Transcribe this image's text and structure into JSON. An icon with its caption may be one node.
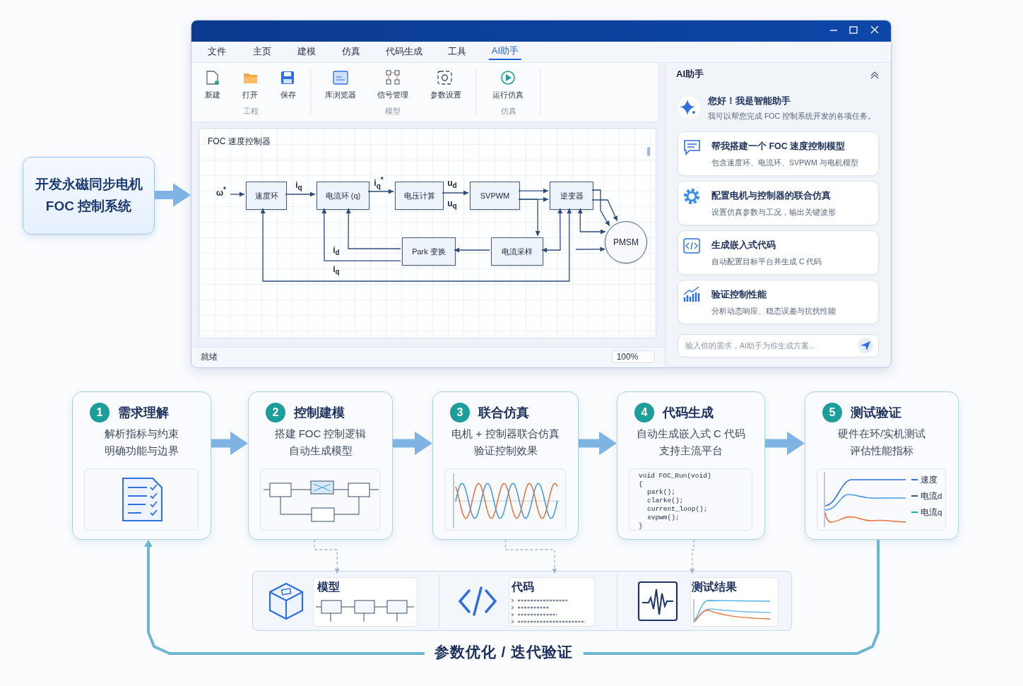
{
  "diagram": {
    "nodes": [
      {
        "text": [
          "开发永磁同步电机 FOC 控制系统"
        ]
      },
      {
        "text": [],
        "shape": "box"
      },
      {
        "text": [
          "FOC 速度控制器"
        ],
        "in": 1
      },
      {
        "text": [
          "速度环"
        ],
        "in": 2
      },
      {
        "text": [
          "电流环 (q)"
        ],
        "in": 2
      },
      {
        "text": [
          "电压计算"
        ],
        "in": 2
      },
      {
        "text": [
          "SVPWM"
        ],
        "in": 2
      },
      {
        "text": [
          "逆变器"
        ],
        "in": 2
      },
      {
        "text": [
          "PMSM"
        ],
        "in": 2
      },
      {
        "text": [
          "Park 变换"
        ],
        "in": 2
      },
      {
        "text": [
          "电流采样"
        ],
        "in": 2
      },
      {
        "text": [
          "AI助手"
        ],
        "in": 1
      },
      {
        "text": [
          "您好！我是智能助手",
          "我可以帮您完成 FOC 控制系统开发的各项任务。"
        ],
        "in": 11
      },
      {
        "text": [
          "帮我搭建一个 FOC 速度控制模型",
          "包含速度环、电流环、SVPWM 与电机模型"
        ],
        "in": 11
      },
      {
        "text": [
          "配置电机与控制器的联合仿真",
          "设置仿真参数与工况，输出关键波形"
        ],
        "in": 11
      },
      {
        "text": [
          "生成嵌入式代码",
          "自动配置目标平台并生成 C 代码"
        ],
        "in": 11
      },
      {
        "text": [
          "验证控制性能",
          "分析动态响应、稳态误差与抗扰性能"
        ],
        "in": 11
      },
      {
        "text": [
          "输入你的需求，AI助手为你生成方案..."
        ],
        "in": 11
      },
      {
        "text": [
          "1",
          "需求理解",
          "解析指标与约束",
          "明确功能与边界"
        ]
      },
      {
        "text": [
          "2",
          "控制建模",
          "搭建 FOC 控制逻辑",
          "自动生成模型"
        ]
      },
      {
        "text": [
          "3",
          "联合仿真",
          "电机 + 控制器联合仿真",
          "验证控制效果"
        ]
      },
      {
        "text": [
          "4",
          "代码生成",
          "自动生成嵌入式 C 代码",
          "支持主流平台"
        ]
      },
      {
        "text": [
          "5",
          "测试验证",
          "硬件在环/实机测试",
          "评估性能指标"
        ]
      },
      {
        "text": [],
        "shape": "box"
      },
      {
        "text": [
          "模型"
        ],
        "in": 23
      },
      {
        "text": [
          "代码"
        ],
        "in": 23
      },
      {
        "text": [
          "测试结果"
        ],
        "in": 23
      }
    ],
    "edges": [
      {
        "from": 0,
        "to": 1,
        "arrow": "to",
        "style": "thick",
        "color": "#7fb3e3"
      },
      {
        "from": null,
        "to": 3,
        "arrow": "to",
        "label": "ω$^{*}$"
      },
      {
        "from": 3,
        "to": 4,
        "arrow": "to",
        "label": "i$_{q}$"
      },
      {
        "from": 4,
        "to": 5,
        "arrow": "to",
        "label": "i$_{q}$$^{*}$"
      },
      {
        "from": 5,
        "to": 6,
        "arrow": "to",
        "label": "u$_{d}$"
      },
      {
        "from": 6,
        "to": 7,
        "arrow": "to"
      },
      {
        "from": 6,
        "to": 7,
        "arrow": "to"
      },
      {
        "from": 6,
        "to": 10,
        "arrow": "to"
      },
      {
        "from": 7,
        "to": 8,
        "arrow": "to"
      },
      {
        "from": 7,
        "to": 8,
        "arrow": "to"
      },
      {
        "from": 7,
        "to": 8,
        "arrow": "both"
      },
      {
        "from": null,
        "to": 8,
        "arrow": "to"
      },
      {
        "from": 10,
        "to": 7,
        "arrow": "both"
      },
      {
        "from": 10,
        "to": 9,
        "arrow": "to"
      },
      {
        "from": 9,
        "to": 4,
        "arrow": "to",
        "label": "i$_{d}$"
      },
      {
        "from": 9,
        "to": 4,
        "arrow": "to",
        "label": "i$_{q}$"
      },
      {
        "from": 7,
        "to": 3,
        "arrow": "both"
      },
      {
        "from": 18,
        "to": 19,
        "arrow": "to",
        "style": "thick",
        "color": "#7fb3e3"
      },
      {
        "from": 19,
        "to": 20,
        "arrow": "to",
        "style": "thick",
        "color": "#7fb3e3"
      },
      {
        "from": 20,
        "to": 21,
        "arrow": "to",
        "style": "thick",
        "color": "#7fb3e3"
      },
      {
        "from": 21,
        "to": 22,
        "arrow": "to",
        "style": "thick",
        "color": "#7fb3e3"
      },
      {
        "from": 19,
        "to": 24,
        "arrow": "to",
        "style": "dashed",
        "color": "#9fb8d4"
      },
      {
        "from": 20,
        "to": 25,
        "arrow": "to",
        "style": "dashed",
        "color": "#9fb8d4"
      },
      {
        "from": 21,
        "to": 26,
        "arrow": "to",
        "style": "dashed",
        "color": "#9fb8d4"
      },
      {
        "from": 22,
        "to": 18,
        "arrow": "to",
        "style": "thick",
        "color": "#6cb7cf",
        "label": "参数优化 / 迭代验证"
      }
    ],
    "labels": [
      "文件",
      "主页",
      "建模",
      "仿真",
      "代码生成",
      "工具",
      "AI助手",
      "新建",
      "打开",
      "保存",
      "库浏览器",
      "信号管理",
      "参数设置",
      "运行仿真",
      "工程",
      "模型",
      "仿真",
      "u$_{q}$",
      "就绪",
      "100%",
      "void FOC_Run(void)",
      "{",
      "park();",
      "clarke();",
      "current_loop();",
      "svpwm();",
      "}"
    ],
    "legend": [
      {
        "text": "速度"
      },
      {
        "text": "电流d"
      },
      {
        "text": "电流q"
      }
    ]
  }
}
